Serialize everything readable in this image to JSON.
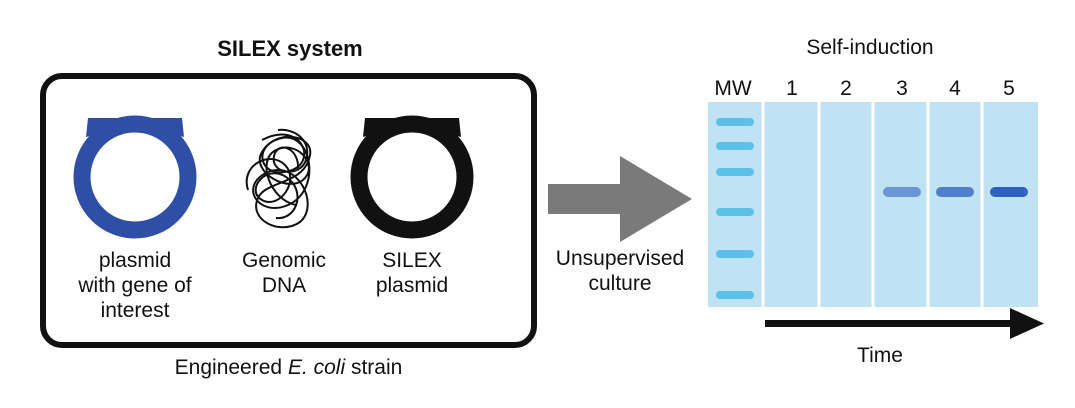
{
  "system_title": "SILEX system",
  "components": [
    {
      "label_lines": [
        "plasmid",
        "with gene of",
        "interest"
      ],
      "icon": "blue-plasmid-icon",
      "color": "#2f4fa6"
    },
    {
      "label_lines": [
        "Genomic",
        "DNA"
      ],
      "icon": "genomic-dna-tangle-icon",
      "color": "#111111"
    },
    {
      "label_lines": [
        "SILEX",
        "plasmid"
      ],
      "icon": "black-plasmid-icon",
      "color": "#111111"
    }
  ],
  "strain_label": {
    "prefix": "Engineered ",
    "italic": "E. coli",
    "suffix": " strain"
  },
  "process_label_lines": [
    "Unsupervised",
    "culture"
  ],
  "gel": {
    "title": "Self-induction",
    "lanes": [
      "MW",
      "1",
      "2",
      "3",
      "4",
      "5"
    ],
    "band_intensity": [
      0,
      0,
      0,
      0.45,
      0.7,
      1.0
    ],
    "axis_label": "Time"
  }
}
